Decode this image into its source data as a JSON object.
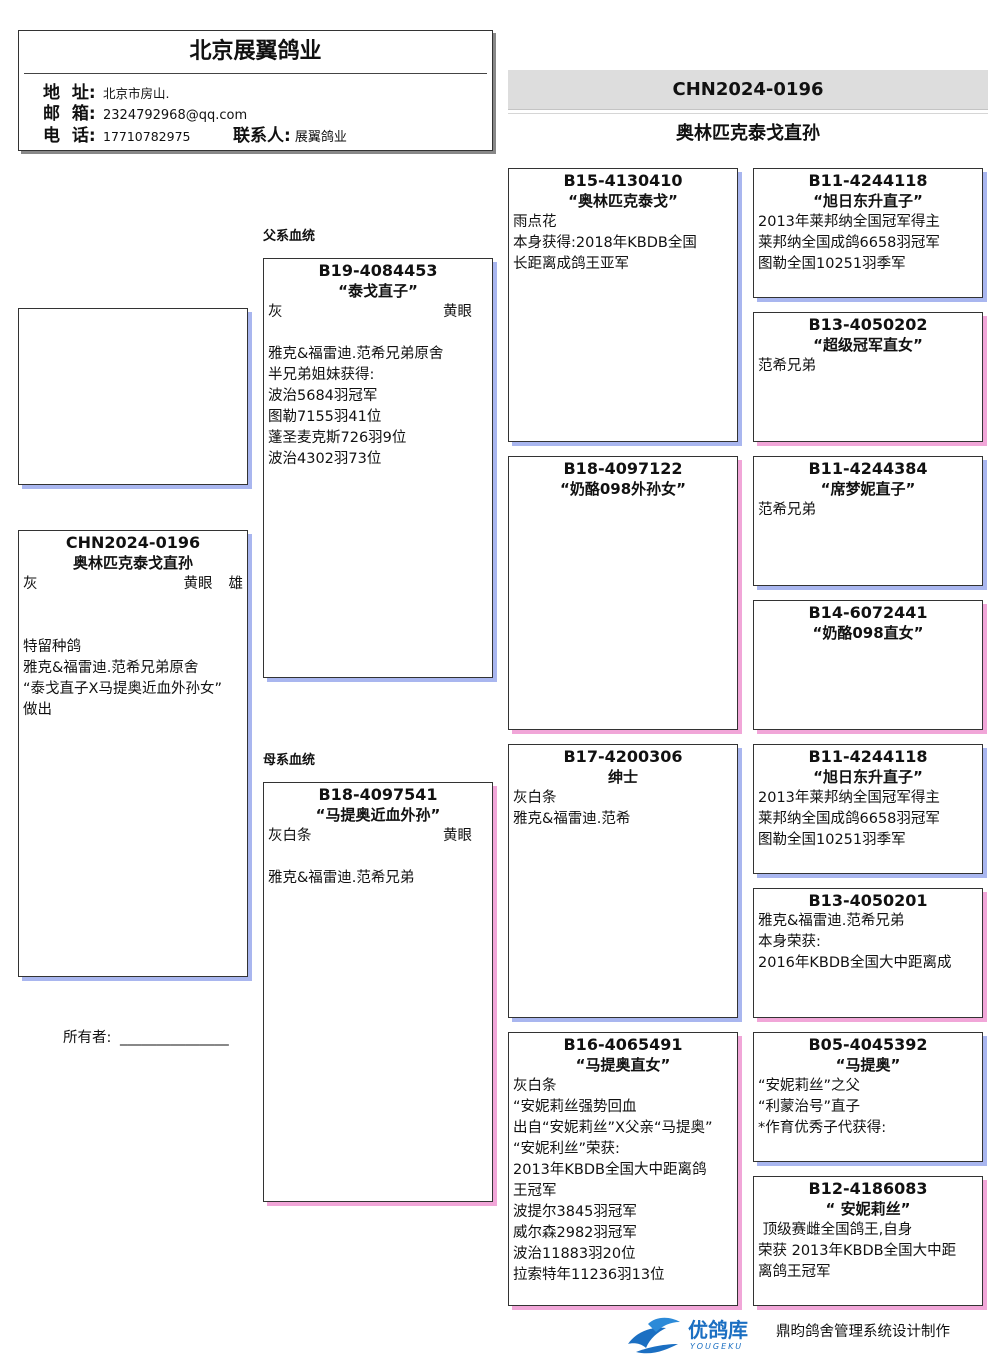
{
  "header": {
    "company": "北京展翼鸽业",
    "addr_label": "地  址:",
    "addr": "北京市房山.",
    "email_label": "邮  箱:",
    "email": "2324792968@qq.com",
    "phone_label": "电  话:",
    "phone": "17710782975",
    "contact_label": "联系人:",
    "contact": "展翼鸽业"
  },
  "title": {
    "ring": "CHN2024-0196",
    "name": "奥林匹克泰戈直孙"
  },
  "subject": {
    "ring": "CHN2024-0196",
    "name": "奥林匹克泰戈直孙",
    "color": "灰",
    "eye": "黄眼",
    "sex": "雄",
    "lines": [
      "特留种鸽",
      "雅克&福雷迪.范希兄弟原舍",
      "“泰戈直子X马提奥近血外孙女”",
      "做出"
    ]
  },
  "owner": {
    "label": "所有者:",
    "line": "_______________"
  },
  "labels": {
    "sire_line": "父系血统",
    "dam_line": "母系血统"
  },
  "sire": {
    "ring": "B19-4084453",
    "name": "“泰戈直子”",
    "color": "灰",
    "eye": "黄眼",
    "lines": [
      "雅克&福雷迪.范希兄弟原舍",
      "半兄弟姐妹获得:",
      "波治5684羽冠军",
      "图勒7155羽41位",
      "蓬圣麦克斯726羽9位",
      "波治4302羽73位"
    ]
  },
  "dam": {
    "ring": "B18-4097541",
    "name": "“马提奥近血外孙”",
    "color": "灰白条",
    "eye": "黄眼",
    "lines": [
      "雅克&福雷迪.范希兄弟"
    ]
  },
  "gp": [
    {
      "ring": "B15-4130410",
      "name": "“奥林匹克泰戈”",
      "lines": [
        "雨点花",
        "",
        "本身获得:2018年KBDB全国",
        "长距离成鸽王亚军"
      ]
    },
    {
      "ring": "B18-4097122",
      "name": "“奶酪098外孙女”",
      "lines": []
    },
    {
      "ring": "B17-4200306",
      "name": "绅士",
      "lines": [
        "灰白条",
        "",
        "雅克&福雷迪.范希"
      ]
    },
    {
      "ring": "B16-4065491",
      "name": "“马提奥直女”",
      "lines": [
        "灰白条",
        "",
        "“安妮莉丝强势回血",
        "出自“安妮莉丝”X父亲“马提奥”",
        "“安妮利丝”荣获:",
        "2013年KBDB全国大中距离鸽",
        "王冠军",
        "波提尔3845羽冠军",
        "威尔森2982羽冠军",
        "波治11883羽20位",
        "拉索特年11236羽13位"
      ]
    }
  ],
  "ggp": [
    {
      "ring": "B11-4244118",
      "name": "“旭日东升直子”",
      "lines": [
        "",
        "2013年莱邦纳全国冠军得主",
        "莱邦纳全国成鸽6658羽冠军",
        "图勒全国10251羽季军"
      ]
    },
    {
      "ring": "B13-4050202",
      "name": "“超级冠军直女”",
      "lines": [
        "",
        "范希兄弟"
      ]
    },
    {
      "ring": "B11-4244384",
      "name": "“席梦妮直子”",
      "lines": [
        "",
        "范希兄弟"
      ]
    },
    {
      "ring": "B14-6072441",
      "name": "“奶酪098直女”",
      "lines": []
    },
    {
      "ring": "B11-4244118",
      "name": "“旭日东升直子”",
      "lines": [
        "",
        "2013年莱邦纳全国冠军得主",
        "莱邦纳全国成鸽6658羽冠军",
        "图勒全国10251羽季军"
      ]
    },
    {
      "ring": "B13-4050201",
      "name": "",
      "lines": [
        "",
        "",
        "雅克&福雷迪.范希兄弟",
        "本身荣获:",
        "2016年KBDB全国大中距离成"
      ]
    },
    {
      "ring": "B05-4045392",
      "name": "“马提奥”",
      "lines": [
        "",
        "“安妮莉丝”之父",
        "“利蒙治号”直子",
        "*作育优秀子代获得:"
      ]
    },
    {
      "ring": "B12-4186083",
      "name": "“ 安妮莉丝”",
      "lines": [
        "",
        " 顶级赛雌全国鸽王,自身",
        "荣获 2013年KBDB全国大中距",
        "离鸽王冠军"
      ]
    }
  ],
  "footer": {
    "logo_cn": "优鸽库",
    "logo_en": "YOUGEKU",
    "credit": "鼎昀鸽舍管理系统设计制作"
  },
  "colors": {
    "shadow_blue": "#a9b6ef",
    "shadow_pink": "#f1a6d8",
    "title_bg": "#dddddd",
    "logo_blue": "#1b6fc2"
  }
}
